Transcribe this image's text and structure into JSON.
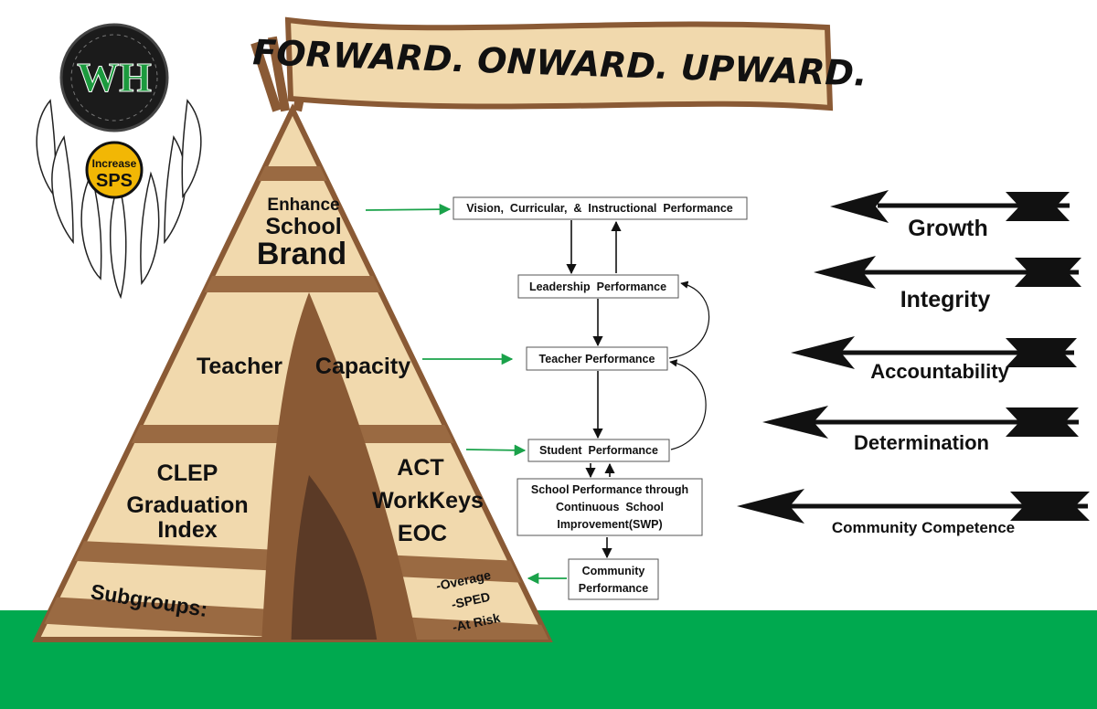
{
  "banner": {
    "text": "FORWARD. ONWARD. UPWARD."
  },
  "logo": {
    "letters": "WH",
    "badge_line1": "Increase",
    "badge_line2": "SPS"
  },
  "teepee": {
    "top_line1": "Enhance",
    "top_line2": "School",
    "top_line3": "Brand",
    "mid_left": "Teacher",
    "mid_right": "Capacity",
    "low_left": [
      "CLEP",
      "Graduation",
      "Index"
    ],
    "low_right": [
      "ACT",
      "WorkKeys",
      "EOC"
    ],
    "base_left": "Subgroups:",
    "base_right": [
      "-Overage",
      "-SPED",
      "-At Risk"
    ]
  },
  "flow": {
    "vision": "Vision,  Curricular,  &  Instructional  Performance",
    "leadership": "Leadership  Performance",
    "teacher": "Teacher Performance",
    "student": "Student  Performance",
    "school_line1": "School Performance through",
    "school_line2": "Continuous  School",
    "school_line3": "Improvement(SWP)",
    "community_line1": "Community",
    "community_line2": "Performance"
  },
  "values": [
    "Growth",
    "Integrity",
    "Accountability",
    "Determination",
    "Community Competence"
  ],
  "colors": {
    "ground": "#00a94f",
    "canvas": "#f1d9ad",
    "band": "#9a6a42",
    "dark": "#5b3a26",
    "flow_arrow_green": "#1aa24a",
    "badge": "#f2b705"
  }
}
